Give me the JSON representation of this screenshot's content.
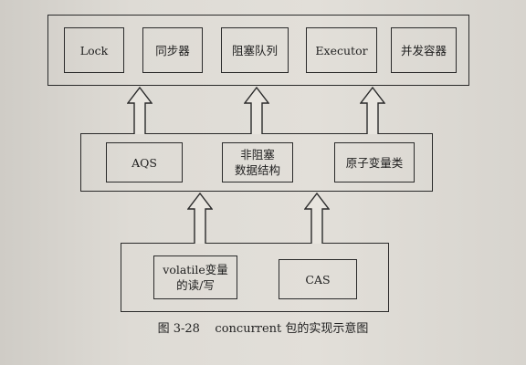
{
  "diagram": {
    "top_row": {
      "boxes": [
        "Lock",
        "同步器",
        "阻塞队列",
        "Executor",
        "并发容器"
      ]
    },
    "middle_row": {
      "boxes": [
        "AQS",
        "非阻塞\n数据结构",
        "原子变量类"
      ]
    },
    "bottom_row": {
      "boxes": [
        "volatile变量\n的读/写",
        "CAS"
      ]
    }
  },
  "caption": "图 3-28    concurrent 包的实现示意图",
  "colors": {
    "ink": "#2a2a2a",
    "paper": "#dedbd5"
  }
}
